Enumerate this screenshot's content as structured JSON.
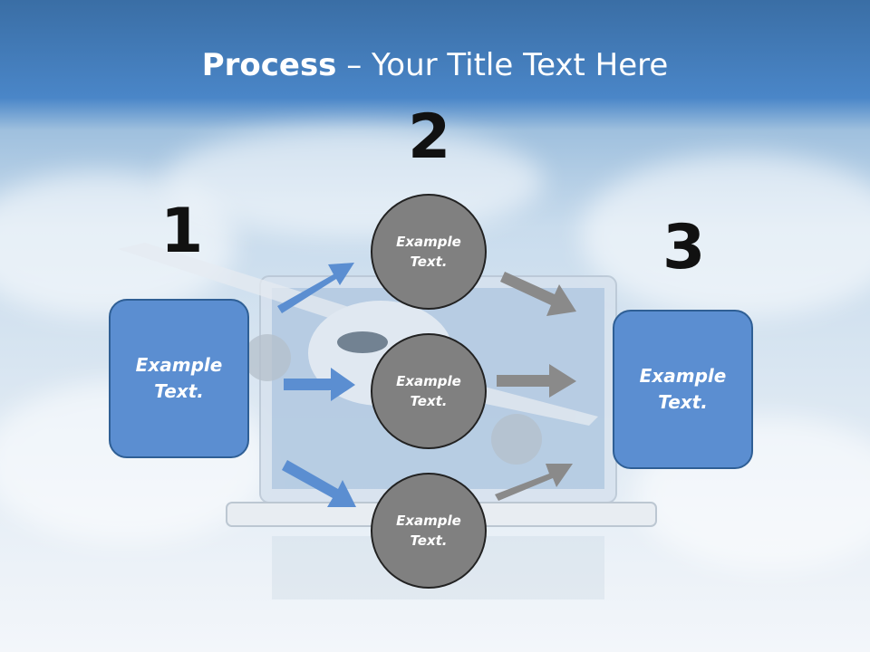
{
  "title": {
    "bold": "Process",
    "rest": " – Your Title Text Here"
  },
  "numbers": {
    "step1": "1",
    "step2": "2",
    "step3": "3"
  },
  "boxes": {
    "left": "Example\nText.",
    "right": "Example\nText."
  },
  "circles": {
    "top": "Example\nText.",
    "middle": "Example\nText.",
    "bottom": "Example\nText."
  },
  "colors": {
    "box_fill": "#5b8ed1",
    "circle_fill": "#808080",
    "arrow_blue": "#5b8ed1",
    "arrow_gray": "#8a8a8a"
  }
}
